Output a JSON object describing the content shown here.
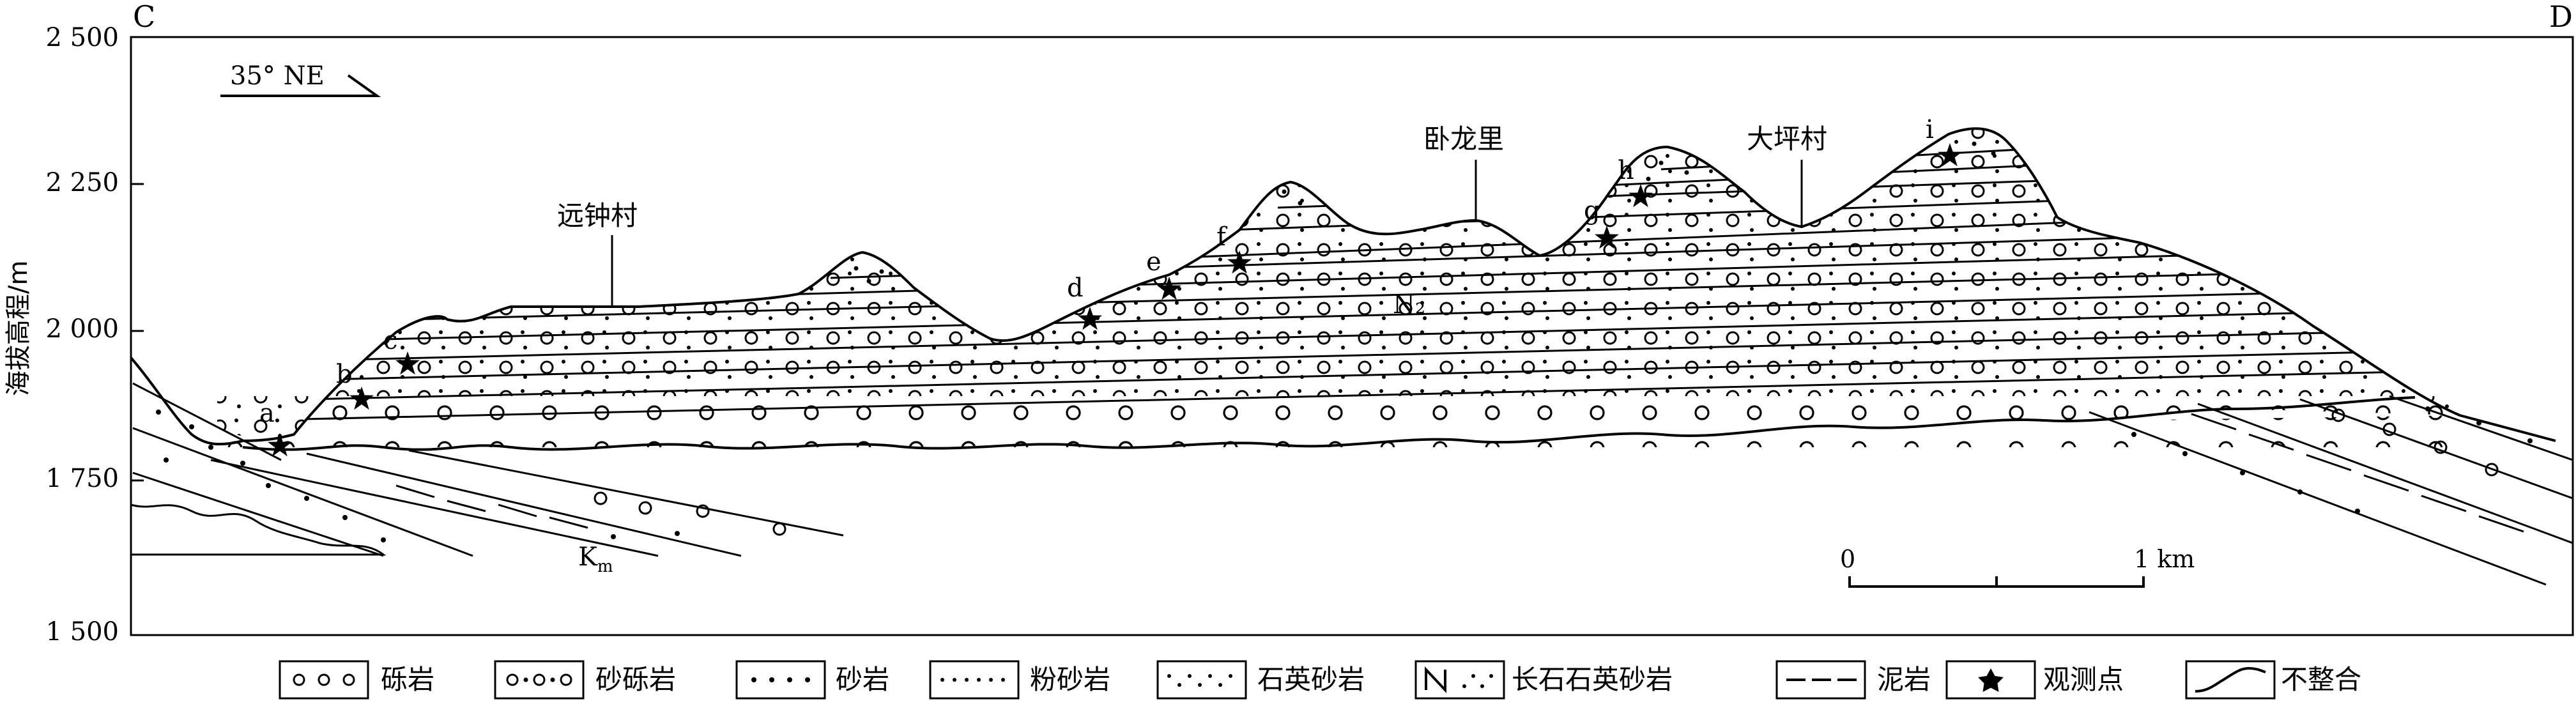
{
  "section": {
    "left_end": "C",
    "right_end": "D",
    "direction": "35° NE",
    "formation_upper": "N₂",
    "formation_lower": "K",
    "formation_lower_sub": "m"
  },
  "y_axis": {
    "label": "海拔高程/m",
    "ticks": [
      "2 500",
      "2 250",
      "2 000",
      "1 750",
      "1 500"
    ]
  },
  "places": [
    {
      "name": "远钟村"
    },
    {
      "name": "卧龙里"
    },
    {
      "name": "大坪村"
    }
  ],
  "observation_points": [
    "a",
    "b",
    "c",
    "d",
    "e",
    "f",
    "g",
    "h",
    "i"
  ],
  "scale_bar": {
    "start": "0",
    "end": "1 km"
  },
  "legend": {
    "items": [
      {
        "label": "砾岩"
      },
      {
        "label": "砂砾岩"
      },
      {
        "label": "砂岩"
      },
      {
        "label": "粉砂岩"
      },
      {
        "label": "石英砂岩"
      },
      {
        "label": "长石石英砂岩"
      },
      {
        "label": "泥岩"
      },
      {
        "label": "观测点"
      },
      {
        "label": "不整合"
      }
    ]
  }
}
